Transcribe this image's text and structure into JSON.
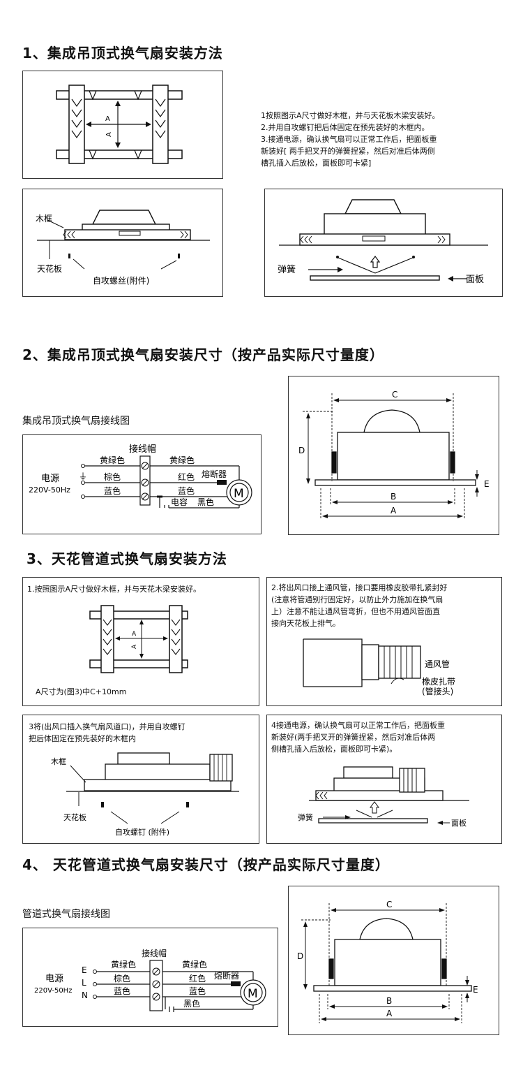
{
  "sections": {
    "s1_title": "1、集成吊顶式换气扇安装方法",
    "s2_title": "2、集成吊顶式换气扇安装尺寸（按产品实际尺寸量度）",
    "s3_title": "3、天花管道式换气扇安装方法",
    "s4_title": "4、 天花管道式换气扇安装尺寸（按产品实际尺寸量度）"
  },
  "s1": {
    "frame_label_a": "A",
    "steps": [
      "1按照图示A尺寸做好木框，并与天花板木梁安装好。",
      "2.并用自攻螺钉把后体固定在预先装好的木框内。",
      "3.接通电源，确认换气扇可以正常工作后，把面板重",
      "新装好[ 两手把叉开的弹簧捏紧，然后对准后体两侧",
      "槽孔插入后放松，面板即可卡紧]"
    ],
    "wood_frame": "木框",
    "ceiling": "天花板",
    "screws": "自攻螺丝(附件)",
    "spring": "弹簧",
    "panel": "面板"
  },
  "s2": {
    "wiring_title": "集成吊顶式换气扇接线图",
    "terminal": "接线帽",
    "yellow_green_left": "黄绿色",
    "yellow_green_right": "黄绿色",
    "power": "电源",
    "voltage": "220V-50Hz",
    "brown": "棕色",
    "blue_left": "蓝色",
    "red": "红色",
    "blue_right": "蓝色",
    "fuse": "熔断器",
    "capacitor": "电容",
    "black": "黑色",
    "motor": "M",
    "dim_c": "C",
    "dim_d": "D",
    "dim_e": "E",
    "dim_b": "B",
    "dim_a": "A"
  },
  "s3": {
    "step1": "1.按照图示A尺寸做好木框，并与天花木梁安装好。",
    "a_size": "A尺寸为(图3)中C+10mm",
    "step2": [
      "2.将出风口接上通风管，接口要用橡皮胶带扎紧封好",
      "(注意将管通别行固定好，以防止外力施加在换气扇",
      "上）注意不能让通风管弯折，但也不用通风管面直",
      "接向天花板上排气。"
    ],
    "duct": "通风管",
    "rubber_band": "橡皮扎带",
    "duct_head": "(管接头)",
    "step3": [
      "3将(出风口插入换气扇风道口)，并用自攻螺钉",
      "把后体固定在预先装好的木框内"
    ],
    "wood_frame": "木框",
    "ceiling": "天花板",
    "screws": "自攻螺钉 (附件)",
    "step4": [
      "4接通电源，确认换气扇可以正常工作后，把面板重",
      "新装好(两手把叉开的弹簧捏紧，然后对准后体两",
      "侧槽孔插入后放松，面板即可卡紧)。"
    ],
    "spring": "弹簧",
    "panel": "面板",
    "frame_label_a": "A"
  },
  "s4": {
    "wiring_title": "管道式换气扇接线图",
    "terminal": "接线帽",
    "yellow_green_left": "黄绿色",
    "yellow_green_right": "黄绿色",
    "power": "电源",
    "voltage": "220V-50Hz",
    "e": "E",
    "l": "L",
    "n": "N",
    "brown": "棕色",
    "blue_left": "蓝色",
    "red": "红色",
    "blue_right": "蓝色",
    "fuse": "熔断器",
    "black": "黑色",
    "motor": "M",
    "dim_c": "C",
    "dim_d": "D",
    "dim_e": "E",
    "dim_b": "B",
    "dim_a": "A"
  }
}
